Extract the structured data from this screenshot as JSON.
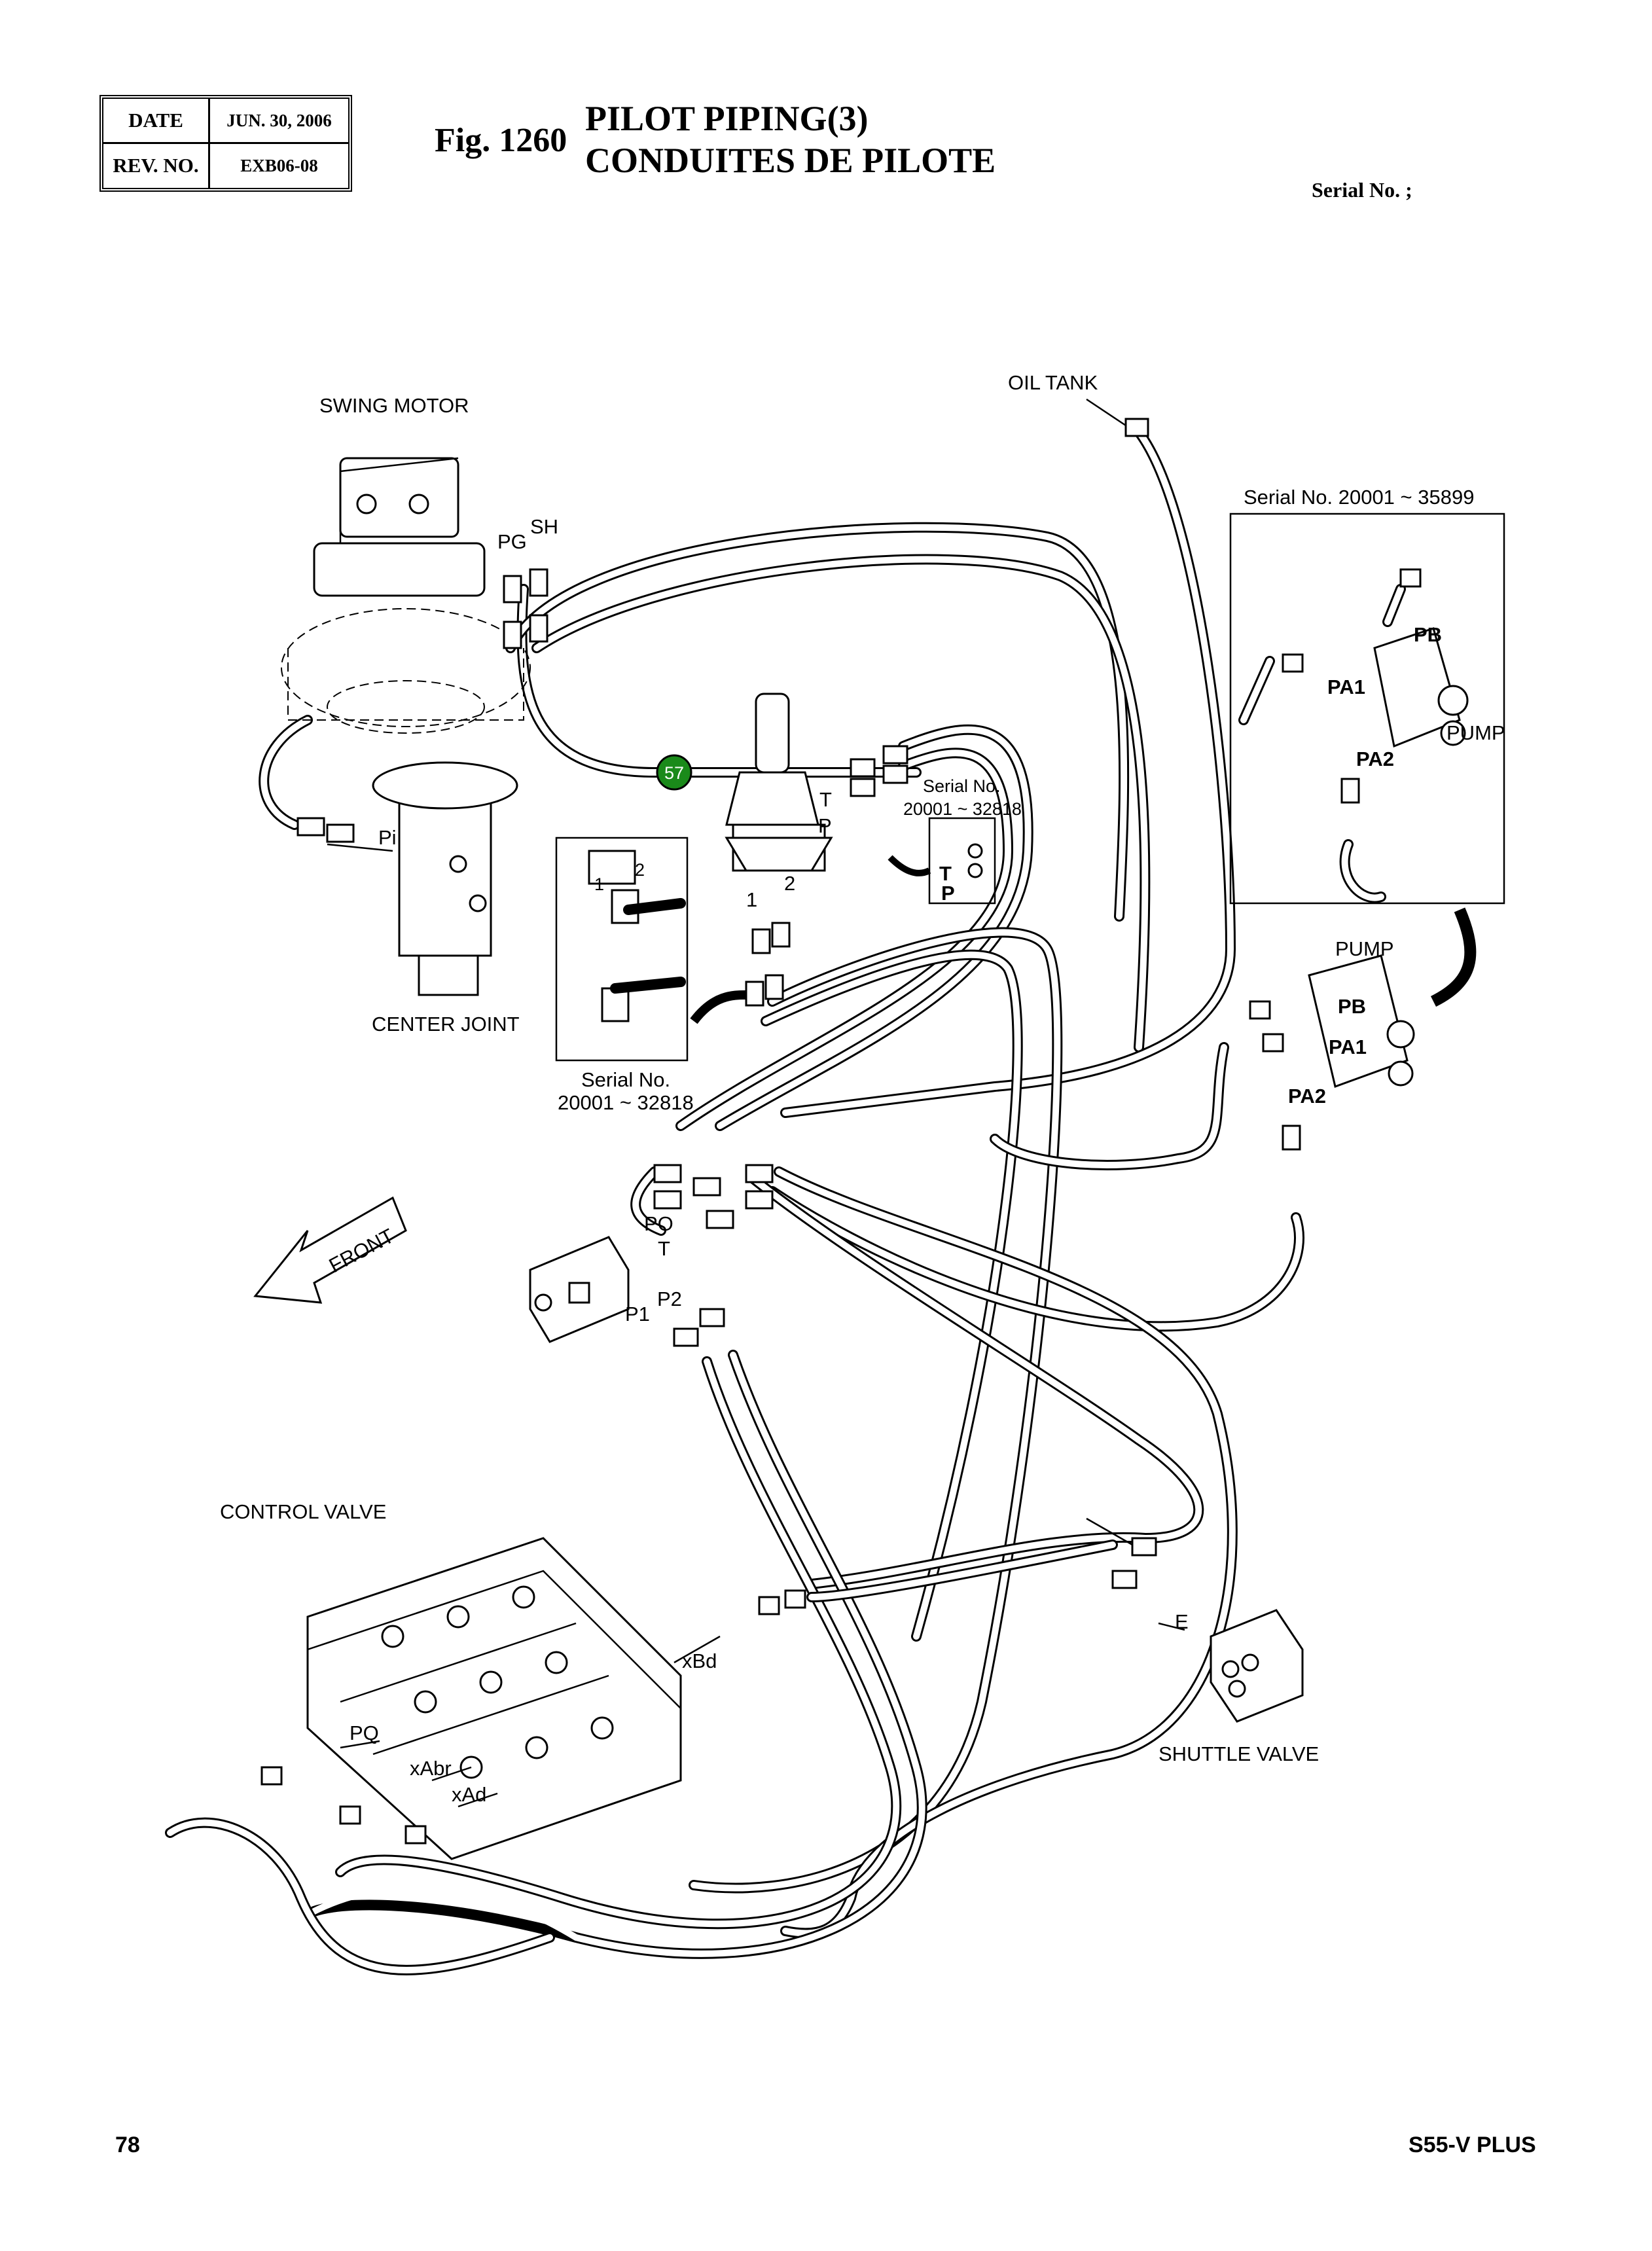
{
  "header": {
    "date_label": "DATE",
    "date_value": "JUN. 30, 2006",
    "rev_label": "REV. NO.",
    "rev_value": "EXB06-08"
  },
  "figure": {
    "number": "Fig. 1260",
    "title_en": "PILOT PIPING(3)",
    "title_fr": "CONDUITES DE PILOTE",
    "serial_label": "Serial No. ;"
  },
  "labels": {
    "swing_motor": "SWING MOTOR",
    "oil_tank": "OIL TANK",
    "center_joint": "CENTER JOINT",
    "control_valve": "CONTROL VALVE",
    "shuttle_valve": "SHUTTLE VALVE",
    "front": "FRONT",
    "pump_inset": "PUMP",
    "pump_main": "PUMP",
    "pg": "PG",
    "sh": "SH",
    "pi": "Pi",
    "t_port": "T",
    "p_port": "P",
    "t_inset": "T",
    "p_inset": "P",
    "one": "1",
    "two": "2",
    "one_b": "1",
    "two_b": "2",
    "po": "PO",
    "t_valve": "T",
    "p2": "P2",
    "p1": "P1",
    "xbd": "xBd",
    "pq": "PQ",
    "xabr": "xAbr",
    "xad": "xAd",
    "e": "E",
    "pb_inset": "PB",
    "pa1_inset": "PA1",
    "pa2_inset": "PA2",
    "pb_main": "PB",
    "pa1_main": "PA1",
    "pa2_main": "PA2",
    "callout_57": "57"
  },
  "serials": {
    "pump_inset": "Serial No. 20001 ~ 35899",
    "joystick_inset_line1": "Serial No.",
    "joystick_inset_line2": "20001 ~ 32818",
    "left_inset_line1": "Serial No.",
    "left_inset_line2": "20001 ~ 32818"
  },
  "footer": {
    "page": "78",
    "model": "S55-V PLUS"
  },
  "colors": {
    "callout_fill": "#1a8a1a",
    "line": "#000000",
    "background": "#ffffff"
  }
}
